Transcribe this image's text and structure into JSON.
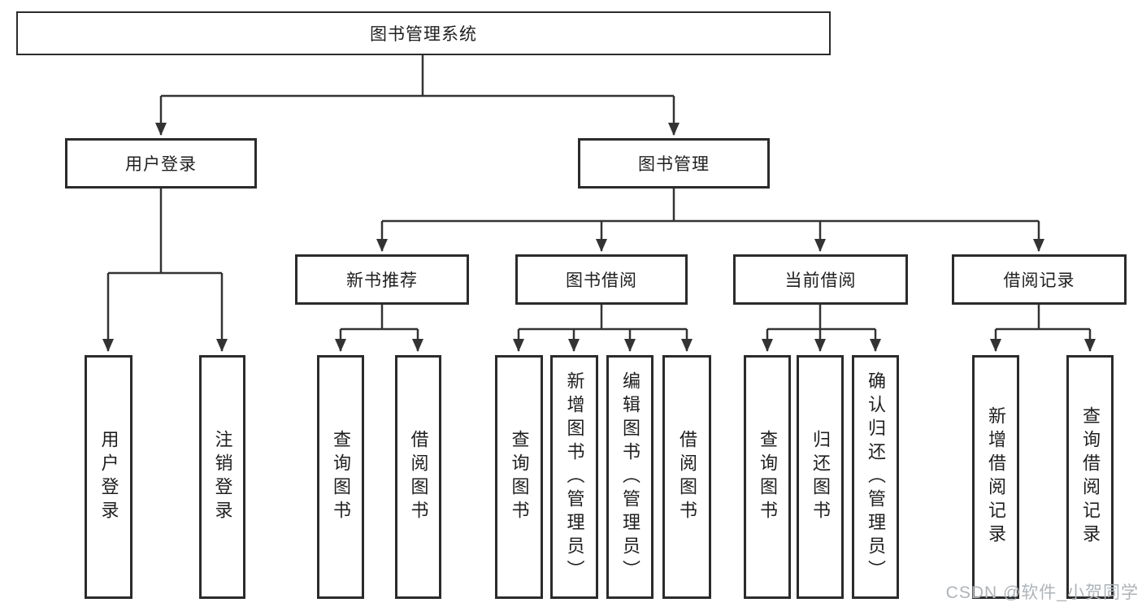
{
  "diagram_title": "图书管理系统",
  "watermark": {
    "text": "CSDN @软件_小贺同学"
  },
  "colors": {
    "line": "#333333",
    "box_border": "#2b2b2b",
    "box_fill": "#ffffff",
    "text": "#1f1f1f",
    "watermark": "#aeb4b9"
  },
  "tree": {
    "root": "图书管理系统",
    "branches": [
      {
        "label": "用户登录",
        "children": [
          "用户登录",
          "注销登录"
        ]
      },
      {
        "label": "图书管理",
        "children": [
          {
            "label": "新书推荐",
            "children": [
              "查询图书",
              "借阅图书"
            ]
          },
          {
            "label": "图书借阅",
            "children": [
              "查询图书",
              "新增图书（管理员）",
              "编辑图书（管理员）",
              "借阅图书"
            ]
          },
          {
            "label": "当前借阅",
            "children": [
              "查询图书",
              "归还图书",
              "确认归还（管理员）"
            ]
          },
          {
            "label": "借阅记录",
            "children": [
              "新增借阅记录",
              "查询借阅记录"
            ]
          }
        ]
      }
    ]
  }
}
